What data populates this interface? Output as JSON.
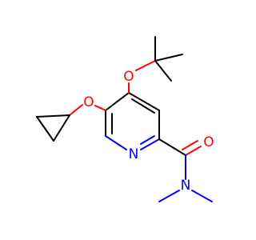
{
  "molecule": {
    "atoms": {
      "o_tbu": "O",
      "o_cyclopropyl": "O",
      "o_carbonyl": "O",
      "n_ring": "N",
      "n_amide": "N"
    },
    "colors": {
      "oxygen": "#ff0000",
      "nitrogen": "#0000ff",
      "carbon_bond": "#000000",
      "background": "#ffffff"
    }
  }
}
